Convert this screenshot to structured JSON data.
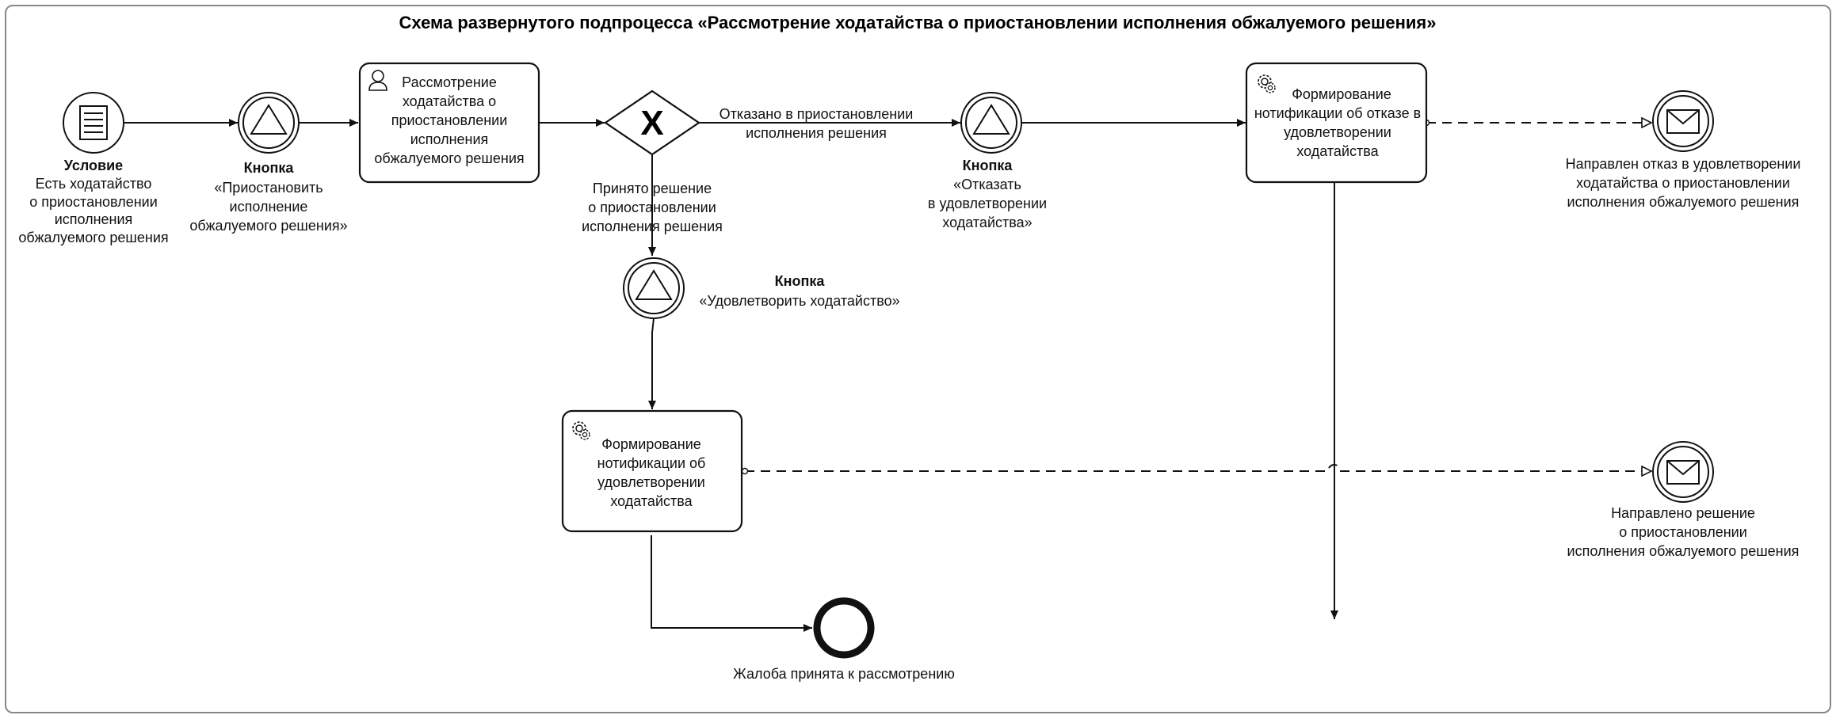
{
  "title": "Схема развернутого подпроцесса «Рассмотрение ходатайства о приостановлении исполнения обжалуемого решения»",
  "start_event": {
    "heading": "Условие",
    "lines": [
      "Есть ходатайство",
      "о приостановлении",
      "исполнения",
      "обжалуемого решения"
    ]
  },
  "button_suspend": {
    "heading": "Кнопка",
    "lines": [
      "«Приостановить",
      "исполнение",
      "обжалуемого решения»"
    ]
  },
  "task_review": {
    "lines": [
      "Рассмотрение",
      "ходатайства о",
      "приостановлении",
      "исполнения",
      "обжалуемого решения"
    ]
  },
  "gateway": {
    "symbol": "X"
  },
  "flow_refused": {
    "lines": [
      "Отказано в приостановлении",
      "исполнения решения"
    ]
  },
  "flow_accepted": {
    "lines": [
      "Принято решение",
      "о приостановлении",
      "исполнения решения"
    ]
  },
  "button_refuse": {
    "heading": "Кнопка",
    "lines": [
      "«Отказать",
      "в удовлетворении",
      "ходатайства»"
    ]
  },
  "button_satisfy": {
    "heading": "Кнопка",
    "lines": [
      "«Удовлетворить ходатайство»"
    ]
  },
  "task_refusal_notice": {
    "lines": [
      "Формирование",
      "нотификации об отказе в",
      "удовлетворении",
      "ходатайства"
    ]
  },
  "task_approval_notice": {
    "lines": [
      "Формирование",
      "нотификации об",
      "удовлетворении",
      "ходатайства"
    ]
  },
  "msg_refusal": {
    "lines": [
      "Направлен отказ в удовлетворении",
      "ходатайства о приостановлении",
      "исполнения обжалуемого решения"
    ]
  },
  "msg_approval": {
    "lines": [
      "Направлено решение",
      "о приостановлении",
      "исполнения обжалуемого решения"
    ]
  },
  "end_event": {
    "lines": [
      "Жалоба принята к рассмотрению"
    ]
  },
  "icons": {
    "start": "document-list-icon",
    "trigger": "triangle-signal-icon",
    "user_task": "user-icon",
    "service_task": "gear-icon",
    "message": "envelope-icon",
    "end": "end-circle-icon"
  }
}
